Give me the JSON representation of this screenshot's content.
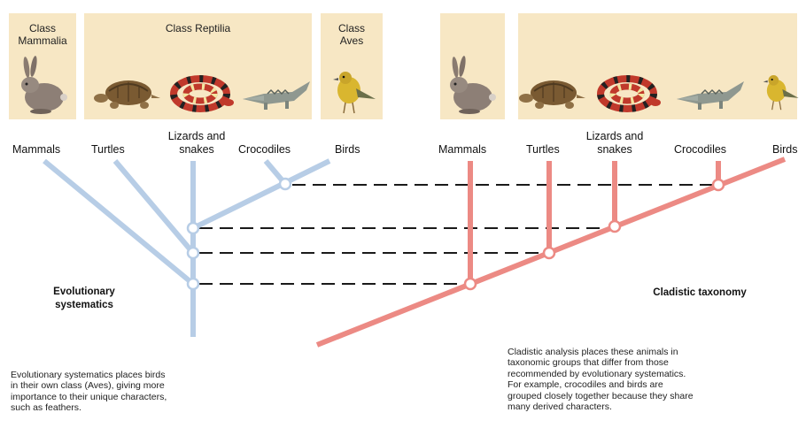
{
  "left_panels": {
    "mammalia_label": "Class\nMammalia",
    "reptilia_label": "Class Reptilia",
    "aves_label": "Class\nAves"
  },
  "taxa_left": {
    "mammals": "Mammals",
    "turtles": "Turtles",
    "lizards": "Lizards and\nsnakes",
    "crocodiles": "Crocodiles",
    "birds": "Birds"
  },
  "taxa_right": {
    "mammals": "Mammals",
    "turtles": "Turtles",
    "lizards": "Lizards and\nsnakes",
    "crocodiles": "Crocodiles",
    "birds": "Birds"
  },
  "methods": {
    "evolutionary": "Evolutionary\nsystematics",
    "cladistic": "Cladistic taxonomy"
  },
  "captions": {
    "evolutionary": "Evolutionary systematics places birds\nin their own class (Aves), giving more\nimportance to their unique characters,\nsuch as feathers.",
    "cladistic": "Cladistic analysis places these animals in\ntaxonomic groups that differ from those\nrecommended by evolutionary systematics.\nFor example, crocodiles and birds are\ngrouped closely together because they share\nmany derived characters."
  },
  "colors": {
    "panel_bg": "#f7e7c4",
    "evolutionary_tree": "#b7cde6",
    "cladistic_tree": "#ec8a84",
    "dashed_line": "#1a1a1a"
  },
  "icons": {
    "animals": [
      "rabbit-icon",
      "turtle-icon",
      "snake-icon",
      "crocodile-icon",
      "bird-icon"
    ]
  }
}
